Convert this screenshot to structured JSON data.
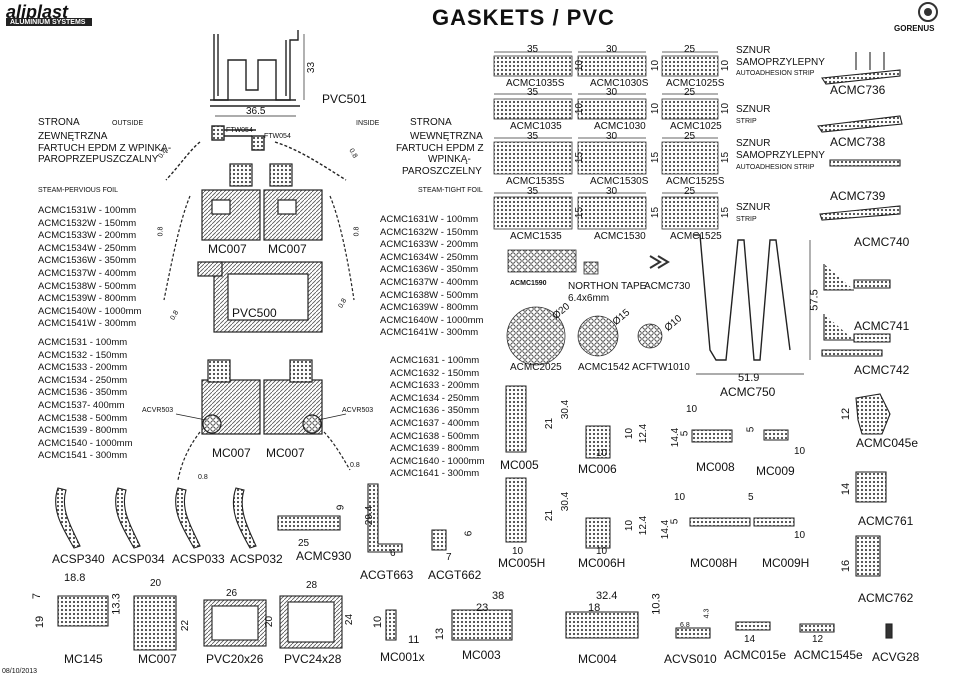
{
  "header": {
    "brand": "aliplast",
    "brand_sub": "ALUMINIUM SYSTEMS",
    "title": "GASKETS / PVC",
    "logo": "GORENUS"
  },
  "date": "08/10/2013",
  "left_labels": {
    "strona": "STRONA",
    "outside": "OUTSIDE",
    "zewnetrzna": "ZEWNĘTRZNA",
    "fartuch1": "FARTUCH EPDM Z WPINKĄ-",
    "fartuch2": "PAROPRZEPUSZCZALNY",
    "steam_pervious": "STEAM-PERVIOUS FOIL"
  },
  "right_labels": {
    "strona": "STRONA",
    "inside": "INSIDE",
    "wewnetrzna": "WEWNĘTRZNA",
    "fartuch1": "FARTUCH EPDM Z",
    "fartuch2": "WPINKĄ-",
    "fartuch3": "PAROSZCZELNY",
    "steam_tight": "STEAM-TIGHT FOIL"
  },
  "lists": {
    "acmc153xw": [
      "ACMC1531W - 100mm",
      "ACMC1532W - 150mm",
      "ACMC1533W - 200mm",
      "ACMC1534W - 250mm",
      "ACMC1536W - 350mm",
      "ACMC1537W - 400mm",
      "ACMC1538W - 500mm",
      "ACMC1539W - 800mm",
      "ACMC1540W - 1000mm",
      "ACMC1541W - 300mm"
    ],
    "acmc153x": [
      "ACMC1531 - 100mm",
      "ACMC1532 - 150mm",
      "ACMC1533 - 200mm",
      "ACMC1534 - 250mm",
      "ACMC1536 - 350mm",
      "ACMC1537- 400mm",
      "ACMC1538 - 500mm",
      "ACMC1539 - 800mm",
      "ACMC1540 - 1000mm",
      "ACMC1541 - 300mm"
    ],
    "acmc163xw": [
      "ACMC1631W - 100mm",
      "ACMC1632W - 150mm",
      "ACMC1633W - 200mm",
      "ACMC1634W - 250mm",
      "ACMC1636W - 350mm",
      "ACMC1637W - 400mm",
      "ACMC1638W - 500mm",
      "ACMC1639W - 800mm",
      "ACMC1640W - 1000mm",
      "ACMC1641W - 300mm"
    ],
    "acmc163x": [
      "ACMC1631 - 100mm",
      "ACMC1632 - 150mm",
      "ACMC1633 - 200mm",
      "ACMC1634 - 250mm",
      "ACMC1636 - 350mm",
      "ACMC1637 - 400mm",
      "ACMC1638 - 500mm",
      "ACMC1639 - 800mm",
      "ACMC1640 - 1000mm",
      "ACMC1641 - 300mm"
    ]
  },
  "center": {
    "pvc501": "PVC501",
    "dim_33": "33",
    "dim_365": "36.5",
    "ftw054a": "FTW054",
    "ftw054b": "FTW054",
    "d08": "0.8",
    "mc007": "MC007",
    "pvc500": "PVC500",
    "acvr503": "ACVR503"
  },
  "strips": {
    "dim35": "35",
    "dim30": "30",
    "dim25": "25",
    "dim10": "10",
    "dim15": "15",
    "row1": [
      "ACMC1035S",
      "ACMC1030S",
      "ACMC1025S"
    ],
    "row2": [
      "ACMC1035",
      "ACMC1030",
      "ACMC1025"
    ],
    "row3": [
      "ACMC1535S",
      "ACMC1530S",
      "ACMC1525S"
    ],
    "row4": [
      "ACMC1535",
      "ACMC1530",
      "ACMC1525"
    ],
    "sznur": "SZNUR",
    "samoprzylepny": "SAMOPRZYLEPNY",
    "autoadhesion": "AUTOADHESION STRIP",
    "strip": "STRIP"
  },
  "tapes": {
    "acmc1590": "ACMC1590",
    "northon1": "NORTHON TAPE",
    "northon2": "6.4x6mm",
    "acmc730": "ACMC730",
    "d20": "Ø20",
    "d15": "Ø15",
    "d10": "Ø10",
    "acmc2025": "ACMC2025",
    "acmc1542": "ACMC1542",
    "acftw1010": "ACFTW1010",
    "dim519": "51.9",
    "dim575": "57.5",
    "acmc750": "ACMC750"
  },
  "right_col": [
    "ACMC736",
    "ACMC738",
    "ACMC739",
    "ACMC740",
    "ACMC741",
    "ACMC742",
    "ACMC045e",
    "ACMC761",
    "ACMC762"
  ],
  "right_dims": {
    "d12": "12",
    "d14": "14",
    "d16": "16"
  },
  "mc_row1": {
    "mc005": "MC005",
    "mc006": "MC006",
    "mc008": "MC008",
    "mc009": "MC009",
    "d21": "21",
    "d304": "30.4",
    "d10": "10",
    "d124": "12.4",
    "d144": "14.4",
    "d5": "5"
  },
  "mc_row2": {
    "mc005h": "MC005H",
    "mc006h": "MC006H",
    "mc008h": "MC008H",
    "mc009h": "MC009H"
  },
  "bottom": {
    "acsp340": "ACSP340",
    "acsp034": "ACSP034",
    "acsp033": "ACSP033",
    "acsp032": "ACSP032",
    "acmc930": "ACMC930",
    "d25": "25",
    "d9": "9",
    "acgt663": "ACGT663",
    "acgt662": "ACGT662",
    "d294": "29.4",
    "d6": "6",
    "d7": "7",
    "mc145": "MC145",
    "d188": "18.8",
    "d7b": "7",
    "d133": "13.3",
    "d19": "19",
    "mc007": "MC007",
    "d20": "20",
    "d22": "22",
    "pvc20x26": "PVC20x26",
    "d26": "26",
    "d20b": "20",
    "pvc24x28": "PVC24x28",
    "d28": "28",
    "d24": "24",
    "mc001x": "MC001x",
    "d10": "10",
    "d11": "11",
    "mc003": "MC003",
    "d38": "38",
    "d23": "23",
    "d13": "13",
    "mc004": "MC004",
    "d324": "32.4",
    "d18": "18",
    "d103": "10.3",
    "acvs010": "ACVS010",
    "d68": "6.8",
    "d43": "4.3",
    "acmc015e": "ACMC015e",
    "d14": "14",
    "acmc1545e": "ACMC1545e",
    "d12": "12",
    "acvg28": "ACVG28"
  }
}
